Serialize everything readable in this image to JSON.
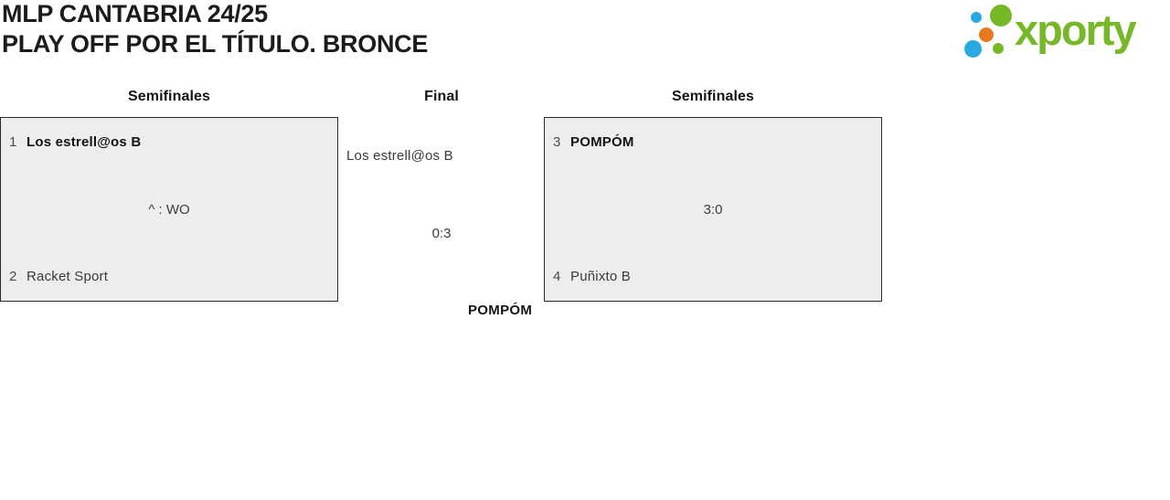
{
  "header": {
    "title_line1": "MLP CANTABRIA 24/25",
    "title_line2": "PLAY OFF POR EL TÍTULO. BRONCE"
  },
  "logo": {
    "text": "xporty"
  },
  "colors": {
    "brand-green": "#76b828",
    "brand-blue": "#29a9e1",
    "brand-orange": "#e8791d",
    "box-bg": "#ededed",
    "box-border": "#2a2a2a"
  },
  "bracket": {
    "round_headers": {
      "left": "Semifinales",
      "center": "Final",
      "right": "Semifinales"
    },
    "matches": [
      {
        "team1": {
          "seed": "1",
          "name": "Los estrell@os B",
          "winner": true
        },
        "score": "^ : WO",
        "team2": {
          "seed": "2",
          "name": "Racket Sport",
          "winner": false
        }
      },
      {
        "team1": {
          "seed": "3",
          "name": "POMPÓM",
          "winner": true
        },
        "score": "3:0",
        "team2": {
          "seed": "4",
          "name": "Puñixto B",
          "winner": false
        }
      }
    ],
    "final": {
      "team1": "Los estrell@os B",
      "score": "0:3",
      "winner": "POMPÓM"
    }
  }
}
